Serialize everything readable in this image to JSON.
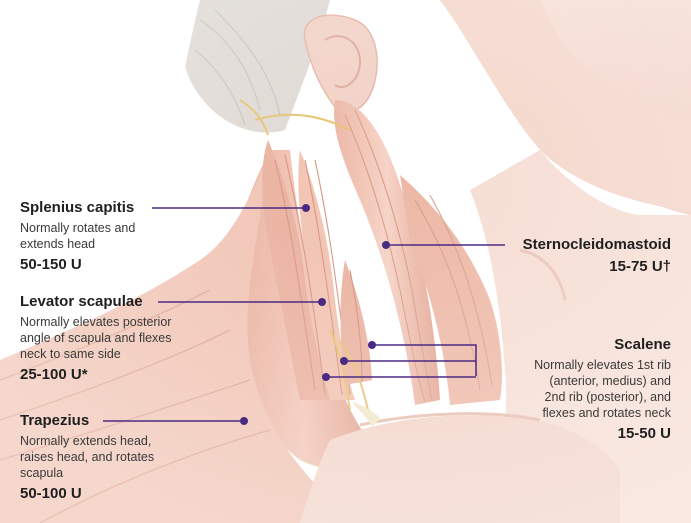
{
  "colors": {
    "leader": "#4b2a84",
    "muscle_light": "#f3c8b9",
    "muscle_mid": "#e3a08c",
    "muscle_dark": "#c97a66",
    "skin": "#f6dcd2",
    "hair": "#d8d2cc",
    "tendon": "#efe6c7",
    "nerve": "#e8c36a",
    "text": "#1f1f1f"
  },
  "labels": {
    "splenius": {
      "name": "Splenius capitis",
      "desc": [
        "Normally rotates and",
        "extends head"
      ],
      "dose": "50-150 U"
    },
    "levator": {
      "name": "Levator scapulae",
      "desc": [
        "Normally elevates posterior",
        "angle of scapula and flexes",
        "neck to same side"
      ],
      "dose": "25-100 U*"
    },
    "trapezius": {
      "name": "Trapezius",
      "desc": [
        "Normally extends head,",
        "raises head, and rotates",
        "scapula"
      ],
      "dose": "50-100 U"
    },
    "scm": {
      "name": "Sternocleidomastoid",
      "dose": "15-75 U†"
    },
    "scalene": {
      "name": "Scalene",
      "desc": [
        "Normally elevates 1st rib",
        "(anterior, medius) and",
        "2nd rib (posterior), and",
        "flexes and rotates neck"
      ],
      "dose": "15-50 U"
    }
  }
}
